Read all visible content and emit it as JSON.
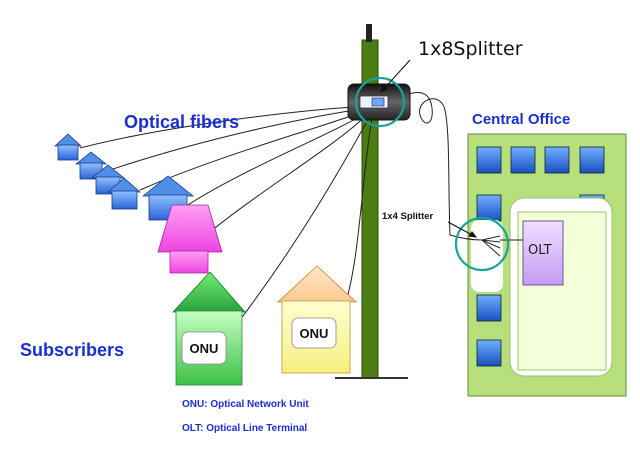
{
  "labels": {
    "splitter_1x8": "1x8Splitter",
    "optical_fibers": "Optical fibers",
    "central_office": "Central Office",
    "splitter_1x4": "1x4 Splitter",
    "olt": "OLT",
    "subscribers": "Subscribers",
    "onu_left": "ONU",
    "onu_right": "ONU"
  },
  "legend": {
    "onu": "ONU: Optical Network Unit",
    "olt": "OLT: Optical Line Terminal"
  },
  "colors": {
    "label_blue": "#1a2fcf",
    "pole_green": "#4a7a10",
    "office_green": "#b8e07a",
    "window_blue": "#2a6fd6",
    "house_blue": "#4f8fe8",
    "magenta": "#ff6ff0",
    "green_house": "#5fd66a",
    "yellow_house": "#ffff99",
    "orange_roof": "#ffd8a0",
    "olt_purple": "#d9b8ff",
    "teal_circle": "#1aa39a"
  }
}
